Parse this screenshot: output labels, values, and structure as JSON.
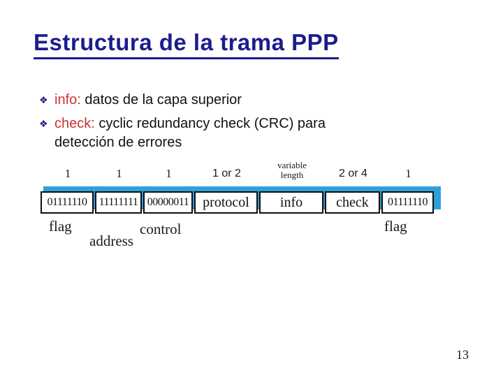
{
  "colors": {
    "title-navy": "#1c1c8f",
    "keyword-red": "#cc3333",
    "frame-blue": "#2e9fd9",
    "text-black": "#111111"
  },
  "slide": {
    "title": "Estructura de la trama PPP",
    "bullet_glyph": "❖",
    "bullets": [
      {
        "keyword": "info:",
        "text": "datos de la capa superior"
      },
      {
        "keyword": "check:",
        "text": "cyclic redundancy check (CRC) para detección de errores"
      }
    ],
    "page_number": "13"
  },
  "diagram": {
    "fields": [
      {
        "size": "1",
        "value": "01111110",
        "label": "flag"
      },
      {
        "size": "1",
        "value": "11111111",
        "label": "address"
      },
      {
        "size": "1",
        "value": "00000011",
        "label": "control"
      },
      {
        "size": "1 or 2",
        "value": "protocol"
      },
      {
        "size": "variable\nlength",
        "value": "info"
      },
      {
        "size": "2 or 4",
        "value": "check"
      },
      {
        "size": "1",
        "value": "01111110",
        "label": "flag"
      }
    ]
  }
}
